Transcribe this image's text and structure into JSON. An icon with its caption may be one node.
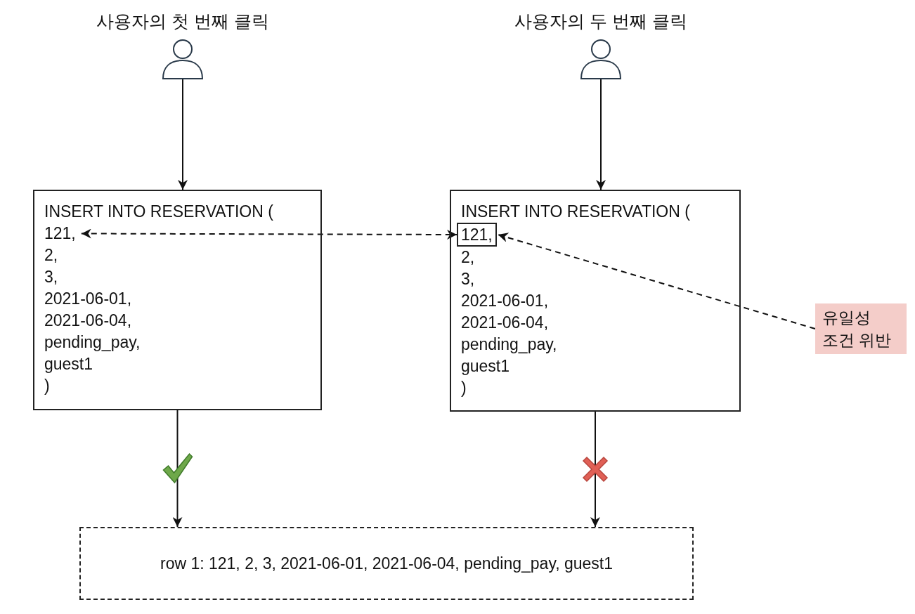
{
  "diagram": {
    "nodes": [
      {
        "text": [
          "사용자의 첫 번째 클릭"
        ]
      },
      {
        "text": [
          "사용자의 두 번째 클릭"
        ]
      },
      {
        "text": [
          "INSERT INTO RESERVATION (",
          "2, 3, 2021-06-01, 2021-06-04, pending_pay, guest1 )"
        ]
      },
      {
        "text": [
          "121,"
        ],
        "in": 2
      },
      {
        "text": [
          "INSERT INTO RESERVATION (",
          "2, 3, 2021-06-01, 2021-06-04, pending_pay, guest1 )"
        ]
      },
      {
        "text": [
          "121,"
        ],
        "in": 4
      },
      {
        "text": [
          "유일성 조건 위반"
        ]
      },
      {
        "text": [
          "row 1: 121, 2, 3, 2021-06-01, 2021-06-04, pending_pay, guest1"
        ]
      }
    ],
    "edges": [
      {
        "from": 0,
        "to": 2,
        "arrow": "to"
      },
      {
        "from": 1,
        "to": 4,
        "arrow": "to"
      },
      {
        "from": 3,
        "to": 5,
        "arrow": "both",
        "style": "dashed"
      },
      {
        "from": 6,
        "to": 5,
        "arrow": "to",
        "style": "dashed"
      },
      {
        "from": 2,
        "to": 7,
        "arrow": "to"
      },
      {
        "from": 4,
        "to": 7,
        "arrow": "to"
      }
    ]
  }
}
